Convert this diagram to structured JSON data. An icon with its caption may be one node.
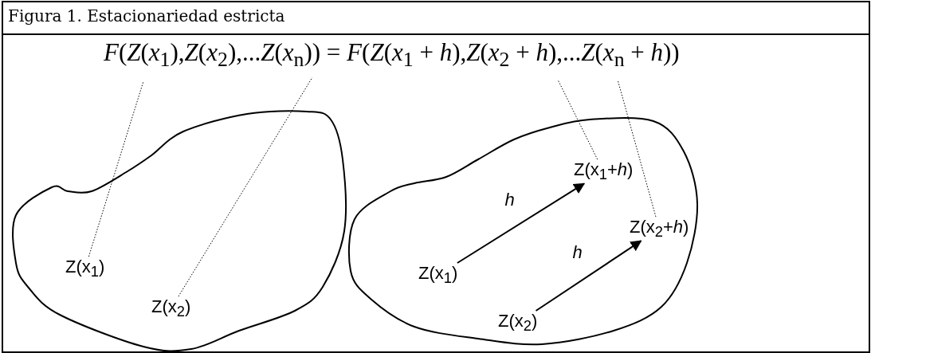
{
  "diagram": {
    "title": "Figura 1. Estacionariedad estricta",
    "nodes": [
      {
        "text": [],
        "shape": "blob"
      },
      {
        "text": [
          "Z(x$_{1}$)"
        ],
        "in": 0
      },
      {
        "text": [
          "Z(x$_{2}$)"
        ],
        "in": 0
      },
      {
        "text": [],
        "shape": "blob"
      },
      {
        "text": [
          "Z(x$_{1}$)"
        ],
        "in": 3
      },
      {
        "text": [
          "Z(x$_{2}$)"
        ],
        "in": 3
      },
      {
        "text": [
          "Z(x$_{1}$+*h*)"
        ],
        "in": 3
      },
      {
        "text": [
          "Z(x$_{2}$+*h*)"
        ],
        "in": 3
      }
    ],
    "edges": [
      {
        "from": 4,
        "to": 6,
        "arrow": "to",
        "label": "h"
      },
      {
        "from": 5,
        "to": 7,
        "arrow": "to",
        "label": "h"
      },
      {
        "from": 1,
        "to": null,
        "arrow": "none",
        "style": "dashed"
      },
      {
        "from": 2,
        "to": null,
        "arrow": "none",
        "style": "dashed"
      },
      {
        "from": 6,
        "to": null,
        "arrow": "none",
        "style": "dashed"
      },
      {
        "from": 7,
        "to": null,
        "arrow": "none",
        "style": "dashed"
      }
    ],
    "labels": [
      "*F*(*Z*(*x*$_{1}$),*Z*(*x*$_{2}$),...*Z*(*x*$_{n}$)) = *F*(*Z*(*x*$_{1}$ + *h*),*Z*(*x*$_{2}$ + *h*),...*Z*(*x*$_{n}$ + *h*))"
    ]
  }
}
